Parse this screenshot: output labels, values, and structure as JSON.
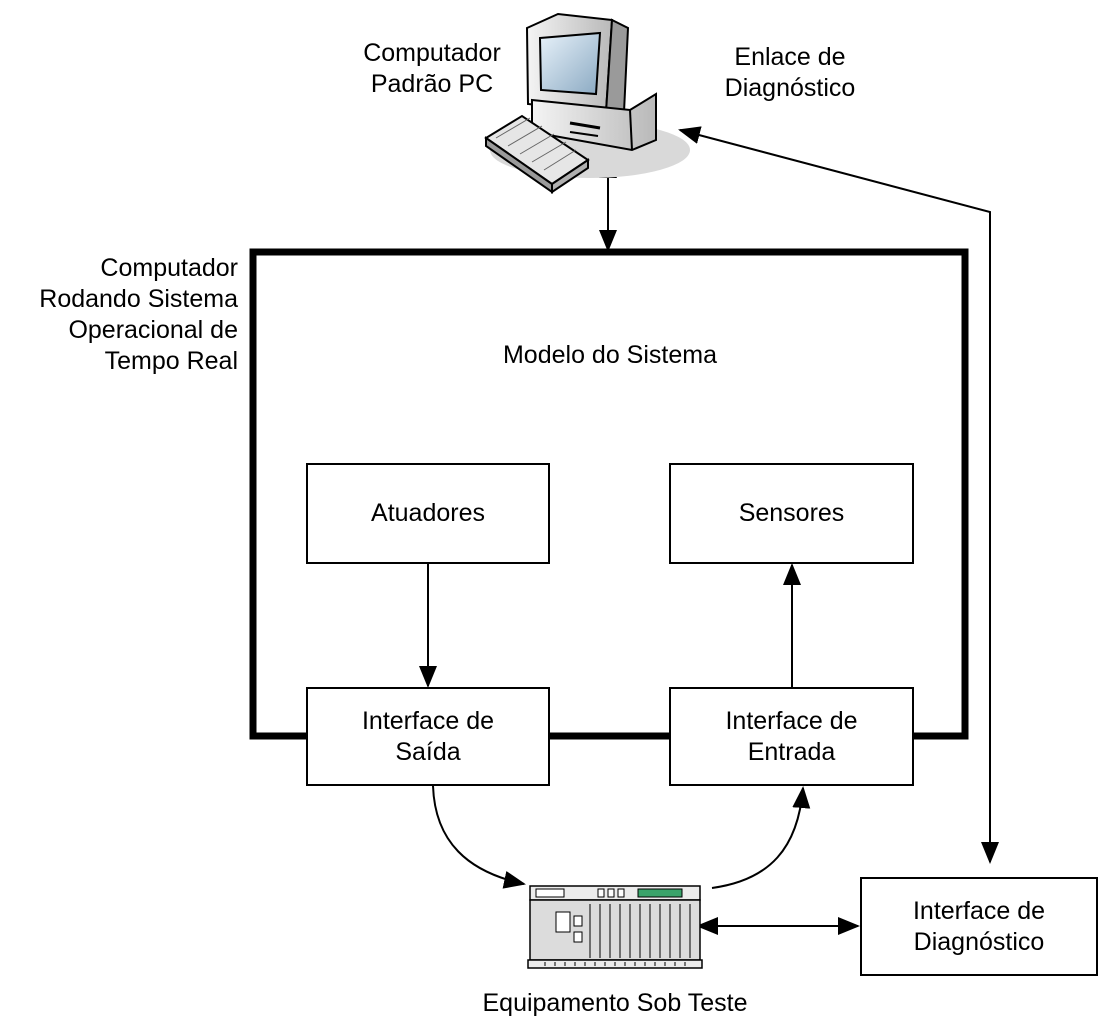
{
  "labels": {
    "pc_line1": "Computador",
    "pc_line2": "Padrão PC",
    "diag_link_line1": "Enlace de",
    "diag_link_line2": "Diagnóstico",
    "rtos_line1": "Computador",
    "rtos_line2": "Rodando Sistema",
    "rtos_line3": "Operacional de",
    "rtos_line4": "Tempo Real",
    "system_model": "Modelo do Sistema",
    "equipment": "Equipamento Sob Teste"
  },
  "boxes": {
    "actuators": "Atuadores",
    "sensors": "Sensores",
    "output_iface_line1": "Interface de",
    "output_iface_line2": "Saída",
    "input_iface_line1": "Interface de",
    "input_iface_line2": "Entrada",
    "diag_iface_line1": "Interface de",
    "diag_iface_line2": "Diagnóstico"
  },
  "icons": {
    "pc": "desktop-computer-icon",
    "equipment": "rack-equipment-icon"
  }
}
